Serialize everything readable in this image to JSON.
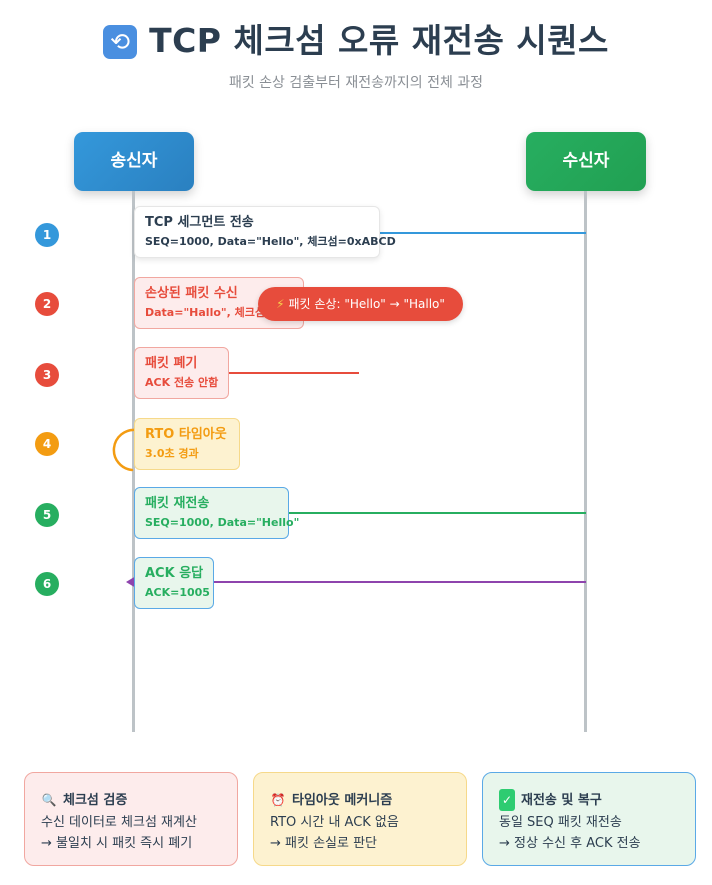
{
  "title": {
    "icon": "refresh-icon",
    "text": "TCP 체크섬 오류 재전송 시퀀스"
  },
  "subtitle": "패킷 손상 검출부터 재전송까지의 전체 과정",
  "actors": {
    "sender": "송신자",
    "receiver": "수신자"
  },
  "colors": {
    "sender": "#3498db",
    "receiver": "#27ae60",
    "error": "#e74c3c",
    "timeout": "#f39c12",
    "ack": "#8e44ad",
    "lifeline": "#bdc3c7"
  },
  "steps": [
    {
      "number": "1",
      "title": "TCP 세그먼트 전송",
      "detail": "SEQ=1000, Data=\"Hello\", 체크섬=0xABCD"
    },
    {
      "number": "2",
      "title": "손상된 패킷 수신",
      "detail": "Data=\"Hallo\", 체크섬 불일치"
    },
    {
      "number": "3",
      "title": "패킷 폐기",
      "detail": "ACK 전송 안함"
    },
    {
      "number": "4",
      "title": "RTO 타임아웃",
      "detail": "3.0초 경과"
    },
    {
      "number": "5",
      "title": "패킷 재전송",
      "detail": "SEQ=1000, Data=\"Hello\""
    },
    {
      "number": "6",
      "title": "ACK 응답",
      "detail": "ACK=1005"
    }
  ],
  "corruption": {
    "icon": "lightning-icon",
    "text": "패킷 손상: \"Hello\" → \"Hallo\""
  },
  "info_cards": [
    {
      "icon": "magnifier-icon",
      "title": "체크섬 검증",
      "lines": [
        "수신 데이터로 체크섬 재계산",
        "→ 불일치 시 패킷 즉시 폐기"
      ]
    },
    {
      "icon": "alarm-clock-icon",
      "title": "타임아웃 메커니즘",
      "lines": [
        "RTO 시간 내 ACK 없음",
        "→ 패킷 손실로 판단"
      ]
    },
    {
      "icon": "check-mark-icon",
      "title": "재전송 및 복구",
      "lines": [
        "동일 SEQ 패킷 재전송",
        "→ 정상 수신 후 ACK 전송"
      ]
    }
  ]
}
